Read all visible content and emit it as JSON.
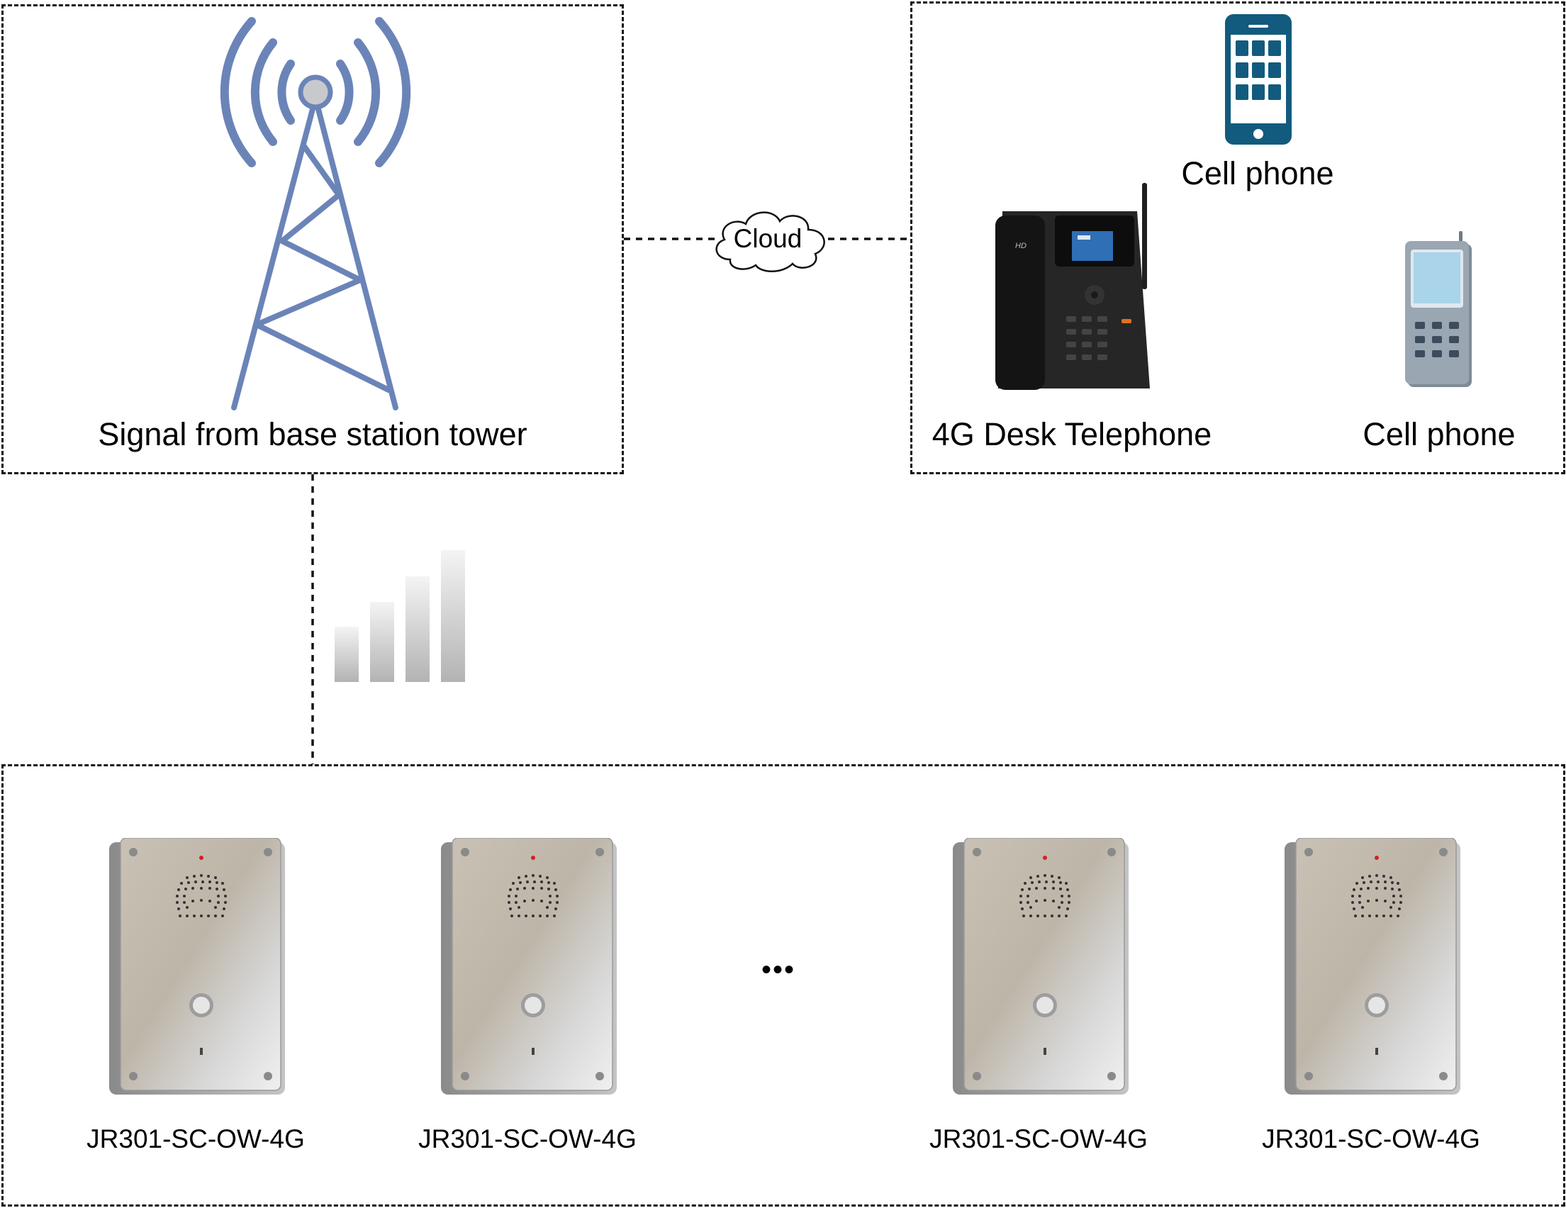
{
  "tower_box": {
    "label": "Signal from base station tower"
  },
  "cloud": {
    "label": "Cloud"
  },
  "phones_box": {
    "cell_phone_top": {
      "label": "Cell phone"
    },
    "desk_phone": {
      "label": "4G Desk Telephone"
    },
    "cell_phone_right": {
      "label": "Cell phone"
    }
  },
  "intercom_box": {
    "devices": [
      {
        "label": "JR301-SC-OW-4G"
      },
      {
        "label": "JR301-SC-OW-4G"
      },
      {
        "label": "JR301-SC-OW-4G"
      },
      {
        "label": "JR301-SC-OW-4G"
      }
    ],
    "ellipsis": "•••"
  },
  "colors": {
    "tower": "#6b84b8",
    "cell_phone_top": "#125b7e",
    "cell_phone_right": "#8e9aa6",
    "line": "#111111"
  }
}
